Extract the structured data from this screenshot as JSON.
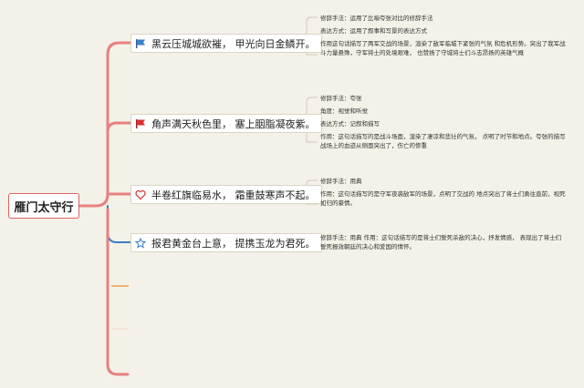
{
  "root": {
    "title": "雁门太守行"
  },
  "branches": [
    {
      "text": "黑云压城城欲摧， 甲光向日金鳞开。",
      "icon": "blue-flag-icon",
      "details": [
        "修辞手法：运用了比喻夸张对比的修辞手法",
        "表达方式：运用了叙事和写景的表达方式",
        "作用这句话描写了两军交战的场景，渲染了敌军临城下紧张的气氛 和危机形势。突出了我军战斗力量悬殊，守军将士的处境艰难， 也赞扬了守城将士们斗志昂扬的英雄气概"
      ]
    },
    {
      "text": "角声满天秋色里， 塞上胭脂凝夜紫。",
      "icon": "red-flag-icon",
      "details": [
        "修辞手法：夸张",
        "角度：视觉和听觉",
        "表达方式：记叙和描写",
        "作用：这句话描写的是战斗场面，渲染了凄凉和悲壮的气氛， 点明了时节和地点。夸张的描写战场上的血迹从侧面突出了，伤亡的惨重"
      ]
    },
    {
      "text": "半卷红旗临易水， 霜重鼓寒声不起。",
      "icon": "heart-icon",
      "details": [
        "修辞手法：用典",
        "作用：这句话描写的是守军夜袭敌军的场景，点明了交战的 地点突出了将士们勇往直前，视死如归的豪情。"
      ]
    },
    {
      "text": "报君黄金台上意， 提携玉龙为君死。",
      "icon": "star-icon",
      "details": [
        "修辞手法：用典 作用：这句话描写的是将士们誓死杀敌的决心，抒发情感， 表现出了将士们誓死报效朝廷的决心和爱国的情怀。"
      ]
    }
  ],
  "colors": {
    "branch": "#e88080",
    "blue": "#3a7ec8",
    "orange": "#f0a050"
  }
}
